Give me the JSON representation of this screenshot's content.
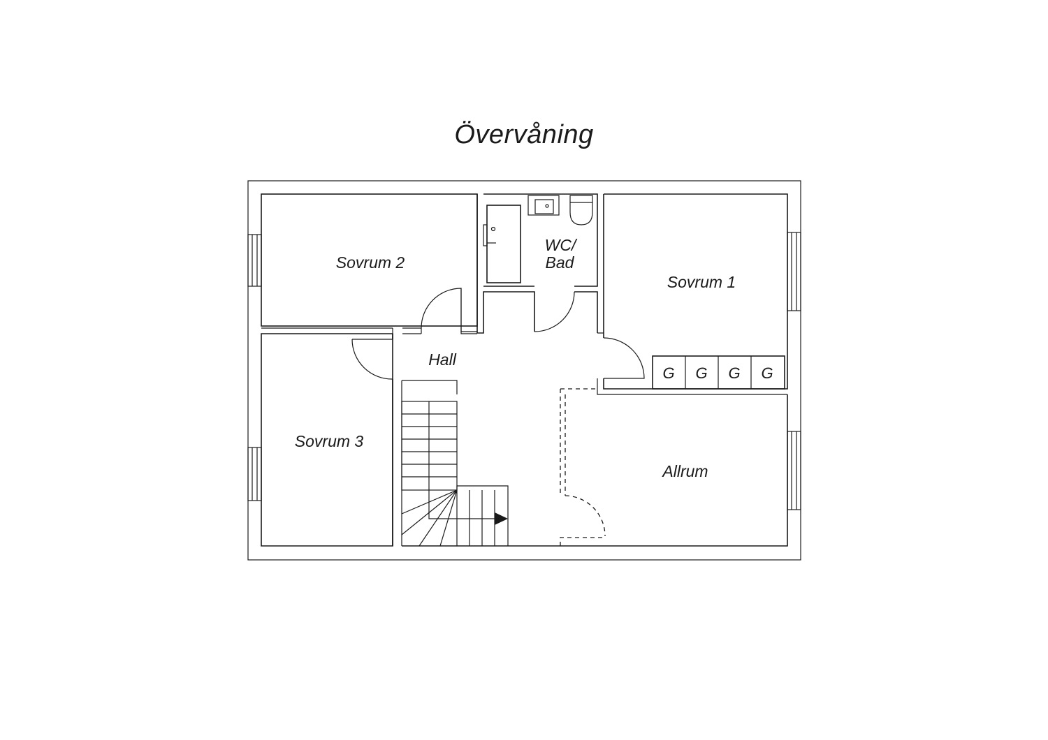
{
  "plan": {
    "title": "Övervåning",
    "rooms": {
      "sovrum_2": "Sovrum 2",
      "wc_bad_line1": "WC/",
      "wc_bad_line2": "Bad",
      "sovrum_1": "Sovrum 1",
      "hall": "Hall",
      "sovrum_3": "Sovrum 3",
      "allrum": "Allrum"
    },
    "wardrobes": [
      "G",
      "G",
      "G",
      "G"
    ]
  }
}
